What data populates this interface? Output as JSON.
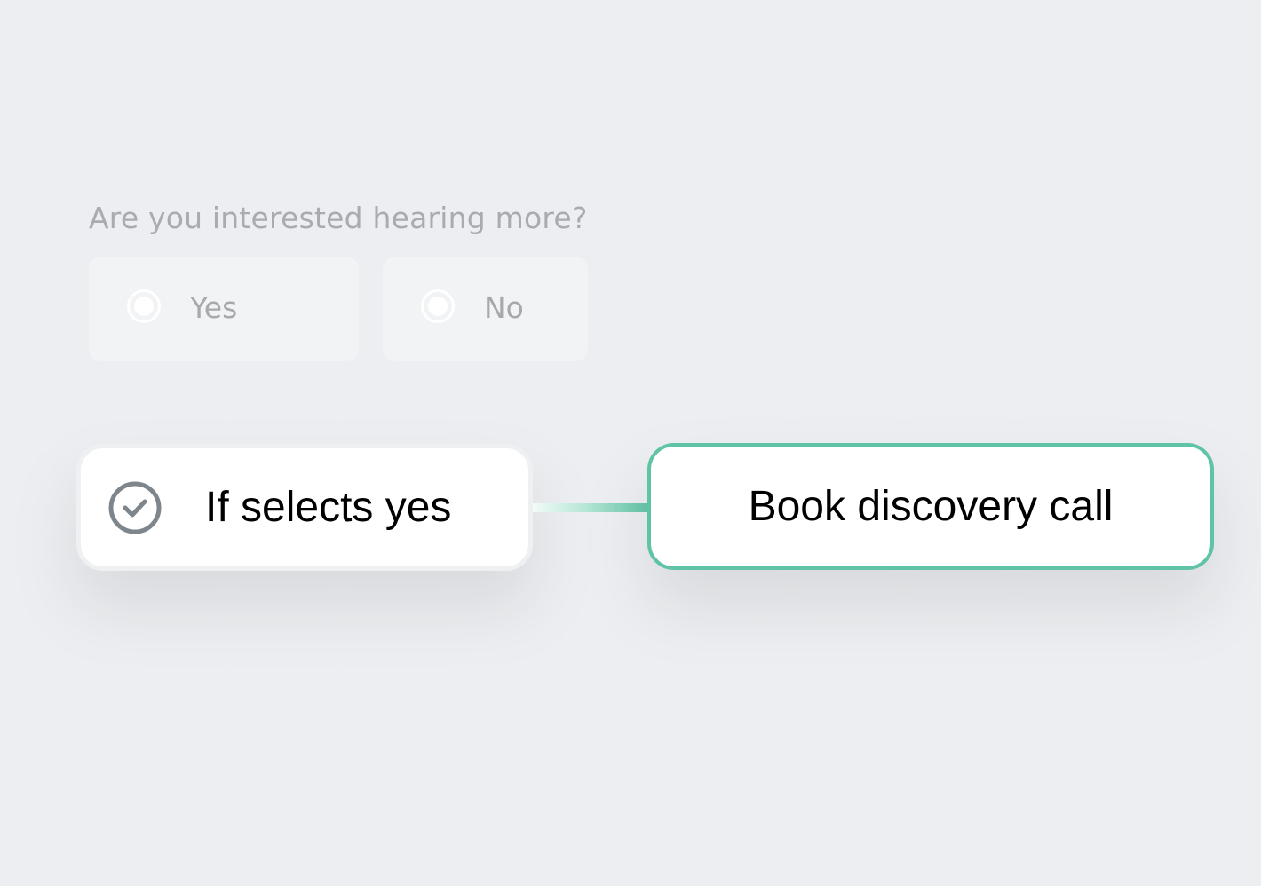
{
  "form": {
    "question": "Are you interested hearing more?",
    "options": [
      {
        "label": "Yes"
      },
      {
        "label": "No"
      }
    ]
  },
  "workflow": {
    "condition": {
      "label": "If selects yes",
      "icon": "check-circle-icon"
    },
    "action": {
      "label": "Book discovery call"
    }
  },
  "colors": {
    "background": "#edeef1",
    "accent": "#5fc3a5",
    "icon": "#7e868c",
    "muted_text": "#a9abaf"
  }
}
